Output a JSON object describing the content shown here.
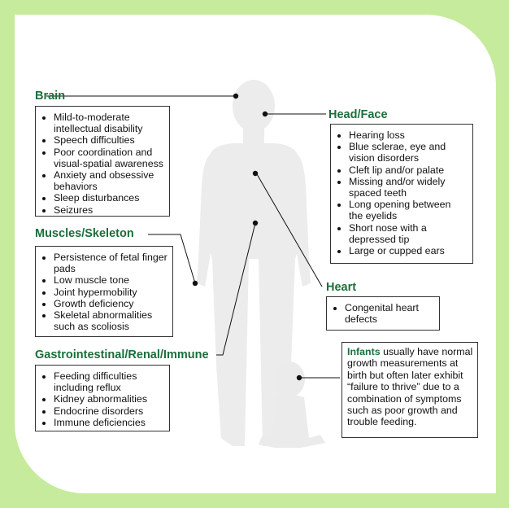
{
  "sections": {
    "brain": {
      "heading": "Brain",
      "items": [
        "Mild-to-moderate intellectual disability",
        "Speech difficulties",
        "Poor coordination and visual-spatial awareness",
        "Anxiety and obsessive behaviors",
        "Sleep disturbances",
        "Seizures"
      ]
    },
    "head_face": {
      "heading": "Head/Face",
      "items": [
        "Hearing loss",
        "Blue sclerae, eye and vision disorders",
        "Cleft lip and/or palate",
        "Missing and/or widely spaced teeth",
        "Long opening between the eyelids",
        "Short nose with a depressed tip",
        "Large or cupped ears"
      ]
    },
    "muscles_skeleton": {
      "heading": "Muscles/Skeleton",
      "items": [
        "Persistence of fetal finger pads",
        "Low muscle tone",
        "Joint hypermobility",
        "Growth deficiency",
        "Skeletal abnormalities such as scoliosis"
      ]
    },
    "heart": {
      "heading": "Heart",
      "items": [
        "Congenital heart defects"
      ]
    },
    "gi": {
      "heading": "Gastrointestinal/Renal/Immune",
      "items": [
        "Feeding difficulties including reflux",
        "Kidney abnormalities",
        "Endocrine disorders",
        "Immune deficiencies"
      ]
    },
    "infants": {
      "highlight": "Infants",
      "text": " usually have normal growth measurements at birth but often later exhibit “failure to thrive” due to a combination of symptoms such as poor growth and trouble feeding."
    }
  },
  "colors": {
    "background": "#c6eb9c",
    "heading": "#1b6e3a",
    "figure": "#ececec"
  }
}
